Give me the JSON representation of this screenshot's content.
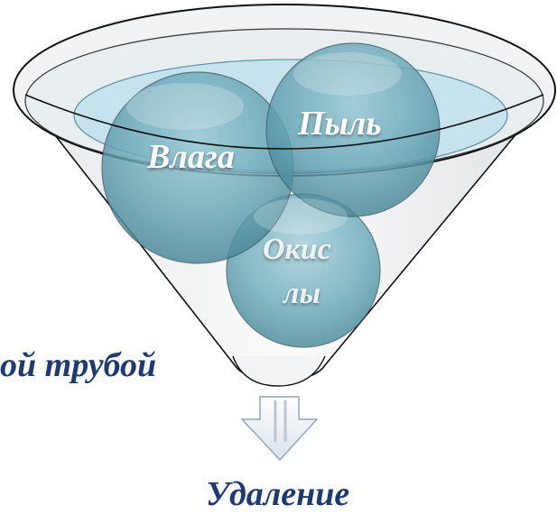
{
  "funnel": {
    "items": [
      {
        "label": "Влага"
      },
      {
        "label": "Пыль"
      },
      {
        "label_line1": "Окис",
        "label_line2": "лы"
      }
    ]
  },
  "side_text": "ой трубой",
  "output_text": "Удаление",
  "colors": {
    "text_dark_blue": "#1d3a73",
    "bubble_fill": "#6aa7b6",
    "funnel_liquid": "#bfe3ee",
    "funnel_outline": "#000000"
  }
}
